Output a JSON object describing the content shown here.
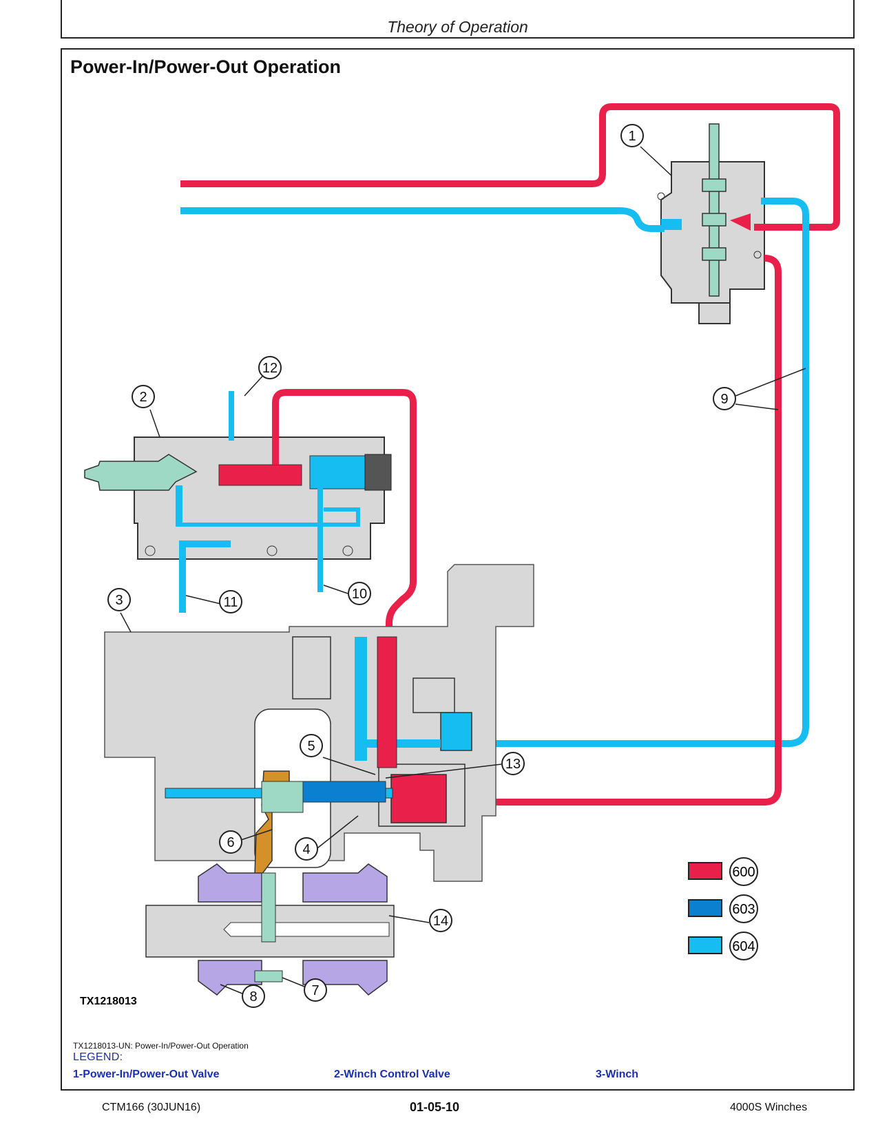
{
  "header": {
    "section": "Theory of Operation"
  },
  "page_title": "Power-In/Power-Out Operation",
  "figure": {
    "id": "TX1218013",
    "callouts": [
      "1",
      "2",
      "3",
      "4",
      "5",
      "6",
      "7",
      "8",
      "9",
      "10",
      "11",
      "12",
      "13",
      "14"
    ],
    "color_key": [
      {
        "code": "600",
        "color": "#e8204a"
      },
      {
        "code": "603",
        "color": "#0b7fd0"
      },
      {
        "code": "604",
        "color": "#16bdf0"
      }
    ]
  },
  "caption": "TX1218013-UN: Power-In/Power-Out Operation",
  "legend": {
    "heading": "LEGEND:",
    "items": [
      "1-Power-In/Power-Out Valve",
      "2-Winch Control Valve",
      "3-Winch"
    ]
  },
  "footer": {
    "left": "CTM166 (30JUN16)",
    "center": "01-05-10",
    "right": "4000S Winches"
  }
}
